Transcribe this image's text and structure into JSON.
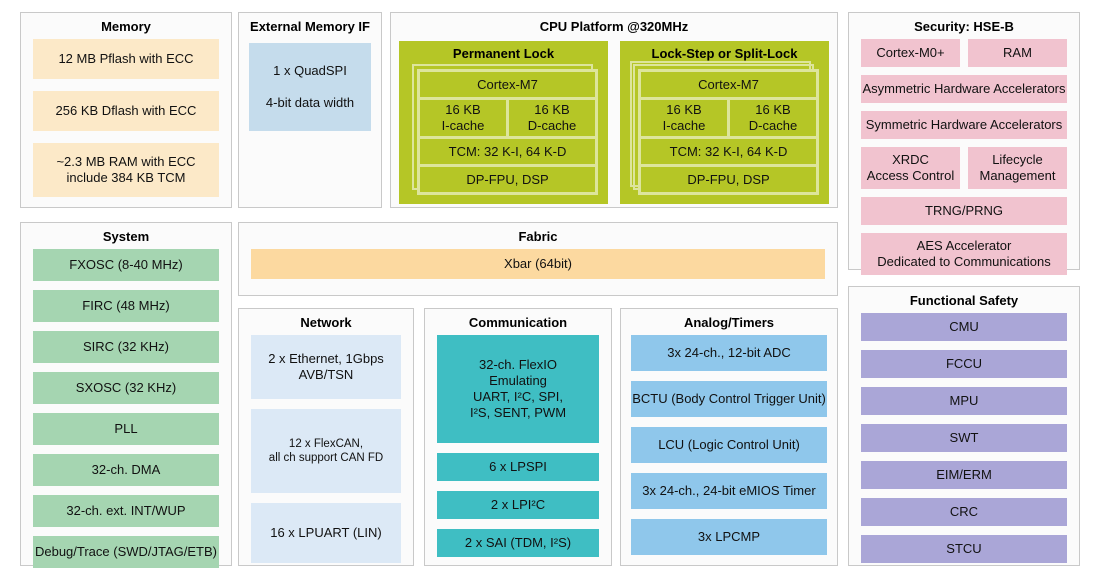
{
  "colors": {
    "memory": "#fce9c8",
    "extmem": "#c5dcec",
    "cpugreen": "#b5c626",
    "cpulight": "#dde59c",
    "security": "#f1c3cf",
    "system": "#a5d5b1",
    "fabric": "#fcd9a0",
    "network": "#dce9f6",
    "comm": "#3fbec3",
    "analog": "#8fc7eb",
    "safety": "#aaa6d7",
    "border": "#c9c9c9",
    "text": "#111111"
  },
  "sections": {
    "memory": {
      "title": "Memory",
      "blocks": [
        "12 MB Pflash with ECC",
        "256 KB Dflash with ECC",
        "~2.3 MB RAM with ECC\ninclude 384 KB TCM"
      ]
    },
    "external_memory": {
      "title": "External Memory IF",
      "blocks": [
        "1 x QuadSPI\n\n4-bit data width"
      ]
    },
    "cpu": {
      "title": "CPU Platform @320MHz",
      "clusters": [
        {
          "title": "Permanent Lock",
          "core": "Cortex-M7",
          "icache": "16 KB\nI-cache",
          "dcache": "16 KB\nD-cache",
          "tcm": "TCM: 32 K-I, 64 K-D",
          "fpu": "DP-FPU, DSP"
        },
        {
          "title": "Lock-Step or Split-Lock",
          "core": "Cortex-M7",
          "icache": "16 KB\nI-cache",
          "dcache": "16 KB\nD-cache",
          "tcm": "TCM: 32 K-I, 64 K-D",
          "fpu": "DP-FPU, DSP"
        }
      ]
    },
    "security": {
      "title": "Security: HSE-B",
      "blocks": [
        "Cortex-M0+",
        "RAM",
        "Asymmetric Hardware Accelerators",
        "Symmetric Hardware Accelerators",
        "XRDC\nAccess Control",
        "Lifecycle\nManagement",
        "TRNG/PRNG",
        "AES Accelerator\nDedicated to Communications"
      ]
    },
    "system": {
      "title": "System",
      "blocks": [
        "FXOSC (8-40 MHz)",
        "FIRC (48 MHz)",
        "SIRC (32 KHz)",
        "SXOSC (32 KHz)",
        "PLL",
        "32-ch. DMA",
        "32-ch. ext. INT/WUP",
        "Debug/Trace (SWD/JTAG/ETB)"
      ]
    },
    "fabric": {
      "title": "Fabric",
      "blocks": [
        "Xbar (64bit)"
      ]
    },
    "network": {
      "title": "Network",
      "blocks": [
        "2 x Ethernet, 1Gbps\nAVB/TSN",
        "12 x FlexCAN,\nall ch support CAN FD",
        "16 x LPUART (LIN)"
      ]
    },
    "communication": {
      "title": "Communication",
      "blocks": [
        "32-ch. FlexIO\nEmulating\nUART, I²C, SPI,\nI²S, SENT, PWM",
        "6 x LPSPI",
        "2 x LPI²C",
        "2 x SAI (TDM, I²S)"
      ]
    },
    "analog_timers": {
      "title": "Analog/Timers",
      "blocks": [
        "3x 24-ch., 12-bit ADC",
        "BCTU (Body Control Trigger Unit)",
        "LCU (Logic Control Unit)",
        "3x 24-ch., 24-bit eMIOS Timer",
        "3x LPCMP"
      ]
    },
    "functional_safety": {
      "title": "Functional Safety",
      "blocks": [
        "CMU",
        "FCCU",
        "MPU",
        "SWT",
        "EIM/ERM",
        "CRC",
        "STCU"
      ]
    }
  }
}
